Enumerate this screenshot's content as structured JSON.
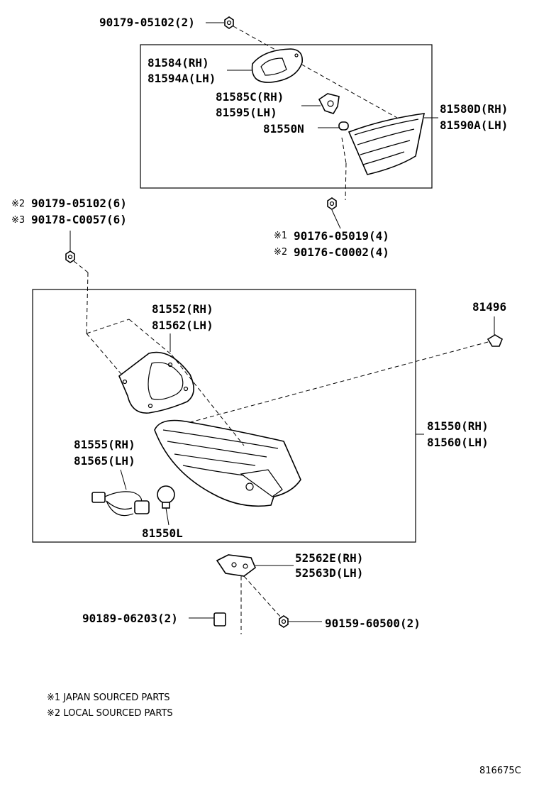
{
  "labels": {
    "top_bolt": "90179-05102(2)",
    "cover_rh": "81584(RH)",
    "cover_lh": "81594A(LH)",
    "socket_rh": "81585C(RH)",
    "socket_lh": "81595(LH)",
    "bulb_n": "81550N",
    "inner_lamp_rh": "81580D(RH)",
    "inner_lamp_lh": "81590A(LH)",
    "nut_a_prefix": "※2",
    "nut_a_code": "90179-05102(6)",
    "nut_b_prefix": "※3",
    "nut_b_code": "90178-C0057(6)",
    "screw_a_prefix": "※1",
    "screw_a_code": "90176-05019(4)",
    "screw_b_prefix": "※2",
    "screw_b_code": "90176-C0002(4)",
    "gasket_rh": "81552(RH)",
    "gasket_lh": "81562(LH)",
    "clip": "81496",
    "lamp_rh": "81550(RH)",
    "lamp_lh": "81560(LH)",
    "harness_rh": "81555(RH)",
    "harness_lh": "81565(LH)",
    "bulb_l": "81550L",
    "bracket_rh": "52562E(RH)",
    "bracket_lh": "52563D(LH)",
    "clip_left": "90189-06203(2)",
    "screw_right": "90159-60500(2)"
  },
  "notes": {
    "note1": "※1 JAPAN SOURCED PARTS",
    "note2": "※2 LOCAL SOURCED PARTS"
  },
  "diagram_code": "816675C"
}
